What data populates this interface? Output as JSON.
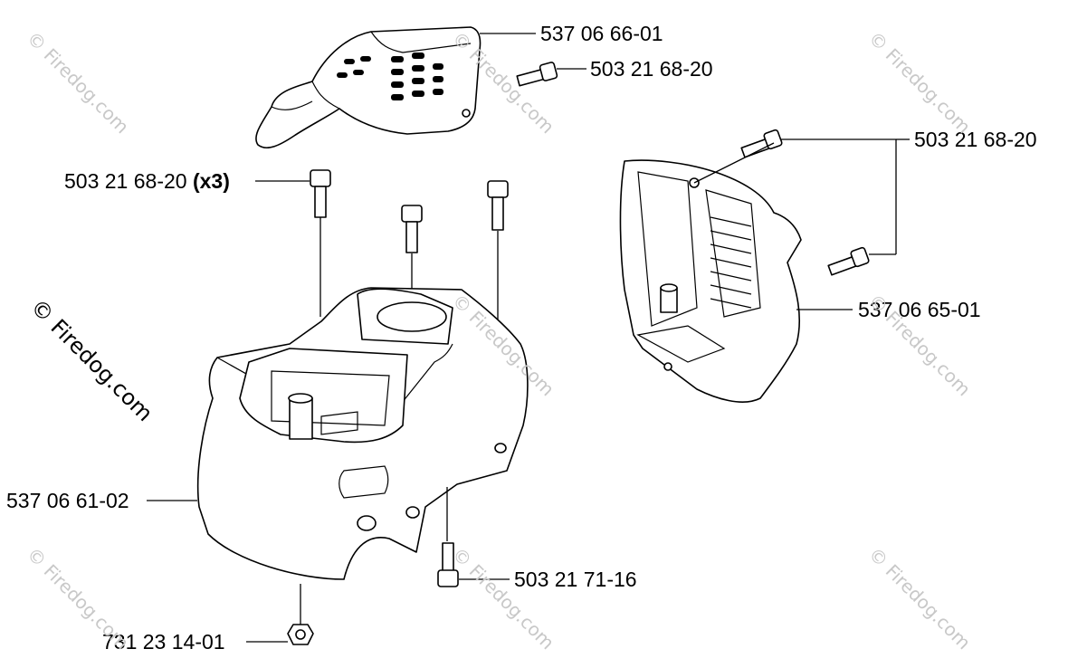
{
  "labels": {
    "cover_top": "537 06 66-01",
    "screw_top": "503 21 68-20",
    "screws_x3_num": "503 21 68-20",
    "screws_x3_qty": "(x3)",
    "screw_right": "503 21 68-20",
    "cover_right": "537 06 65-01",
    "housing": "537 06 61-02",
    "screw_bottom": "503 21 71-16",
    "nut": "731 23 14-01"
  },
  "watermark": "© Firedog.com",
  "icons": [
    "screw-icon",
    "nut-icon",
    "cylinder-cover-icon",
    "muffler-guard-icon",
    "housing-icon"
  ]
}
